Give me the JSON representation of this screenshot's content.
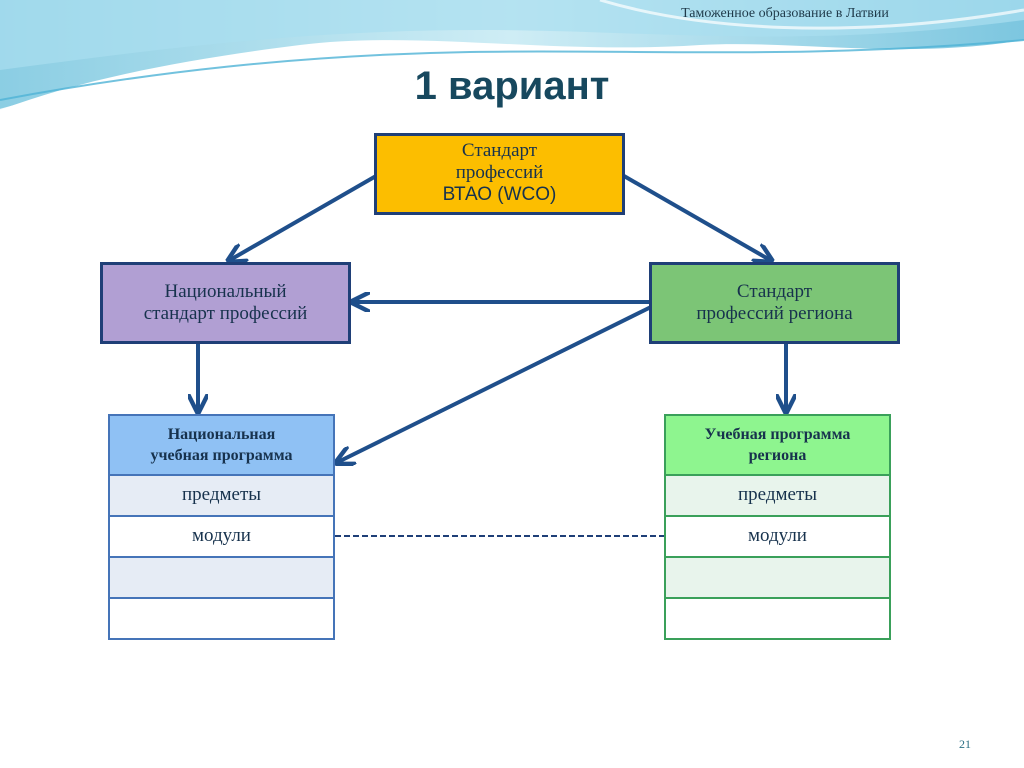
{
  "header": {
    "subtitle": "Таможенное образование в Латвии"
  },
  "title": "1 вариант",
  "boxes": {
    "wco": {
      "line1": "Стандарт",
      "line2": "профессий",
      "line3": "ВТАО (WCO)"
    },
    "national": {
      "line1": "Национальный",
      "line2": "стандарт профессий"
    },
    "regional": {
      "line1": "Стандарт",
      "line2": "профессий региона"
    }
  },
  "tables": {
    "national": {
      "header": [
        "Национальная",
        "учебная программа"
      ],
      "rows": [
        "предметы",
        "модули",
        "",
        ""
      ]
    },
    "regional": {
      "header": [
        "Учебная программа",
        "региона"
      ],
      "rows": [
        "предметы",
        "модули",
        "",
        ""
      ]
    }
  },
  "page_number": "21",
  "colors": {
    "box_wco": "#fcbe00",
    "box_national": "#b19fd3",
    "box_regional": "#7cc576",
    "table_national_header": "#8fc1f4",
    "table_regional_header": "#8ef58f",
    "arrow": "#1f4f8b",
    "title": "#17485e"
  }
}
